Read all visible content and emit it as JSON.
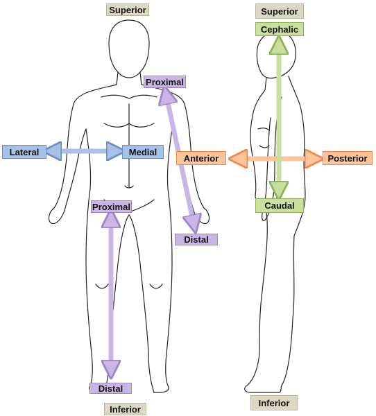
{
  "labels": {
    "front_superior": "Superior",
    "front_inferior": "Inferior",
    "side_superior": "Superior",
    "side_inferior": "Inferior",
    "lateral": "Lateral",
    "medial": "Medial",
    "arm_proximal": "Proximal",
    "arm_distal": "Distal",
    "leg_proximal": "Proximal",
    "leg_distal": "Distal",
    "anterior": "Anterior",
    "posterior": "Posterior",
    "cephalic": "Cephalic",
    "caudal": "Caudal"
  },
  "colors": {
    "tan": "#ddd8c4",
    "tan_border": "#bdb79f",
    "blue": "#a9c1e6",
    "blue_border": "#6d8fc4",
    "purple": "#c9b6e4",
    "purple_border": "#9e83c9",
    "orange": "#fcc49b",
    "orange_border": "#f08a4b",
    "green": "#c9df9e",
    "green_border": "#90b35a",
    "outline": "#222222"
  }
}
